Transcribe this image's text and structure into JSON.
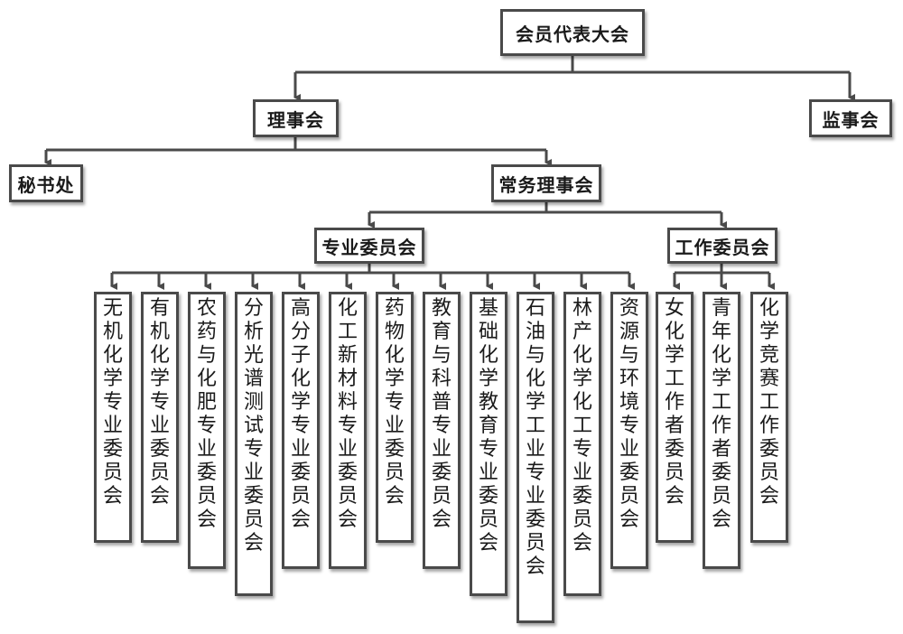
{
  "chart": {
    "root": "会员代表大会",
    "council": "理事会",
    "supervisors": "监事会",
    "secretariat": "秘书处",
    "standing": "常务理事会",
    "professional": "专业委员会",
    "working": "工作委员会",
    "pro_committees": [
      "无机化学专业委员会",
      "有机化学专业委员会",
      "农药与化肥专业委员会",
      "分析光谱测试专业委员会",
      "高分子化学专业委员会",
      "化工新材料专业委员会",
      "药物化学专业委员会",
      "教育与科普专业委员会",
      "基础化学教育专业委员会",
      "石油与化学工业专业委员会",
      "林产化学化工专业委员会",
      "资源与环境专业委员会"
    ],
    "work_committees": [
      "女化学工作者委员会",
      "青年化学工作者委员会",
      "化学竞赛工作委员会"
    ]
  }
}
